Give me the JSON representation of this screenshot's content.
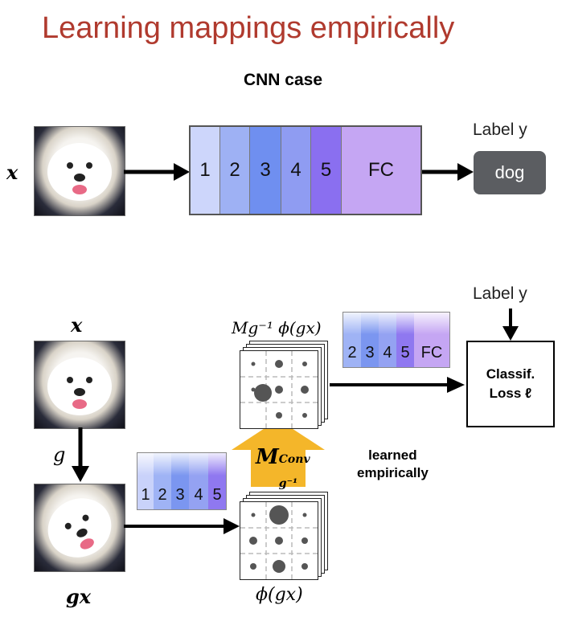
{
  "title": "Learning mappings empirically",
  "subtitle": "CNN case",
  "top": {
    "input_symbol": "x",
    "layers": [
      "1",
      "2",
      "3",
      "4",
      "5",
      "FC"
    ],
    "label_caption": "Label y",
    "output": "dog"
  },
  "bottom": {
    "input_symbol": "x",
    "transform_symbol": "g",
    "transformed_symbol": "gx",
    "feature_top_caption": "Mg⁻¹ ϕ(gx)",
    "feature_bottom_caption": "ϕ(gx)",
    "strip_large_layers": [
      "2",
      "3",
      "4",
      "5",
      "FC"
    ],
    "strip_small_layers": [
      "1",
      "2",
      "3",
      "4",
      "5"
    ],
    "mapping_symbol": "M",
    "mapping_superscript": "Conv",
    "mapping_subscript": "g⁻¹",
    "learned_line1": "learned",
    "learned_line2": "empirically",
    "label_caption": "Label y",
    "loss_line1": "Classif.",
    "loss_line2": "Loss ℓ"
  },
  "colors": {
    "title": "#b03a2e",
    "layer_fills": [
      "#cdd6fb",
      "#9eb1f4",
      "#6f8ff0",
      "#8f9cf2",
      "#8a6ff0",
      "#c5a6f3"
    ],
    "output_box": "#5b5d61",
    "arrow_up": "#f4b62a"
  }
}
